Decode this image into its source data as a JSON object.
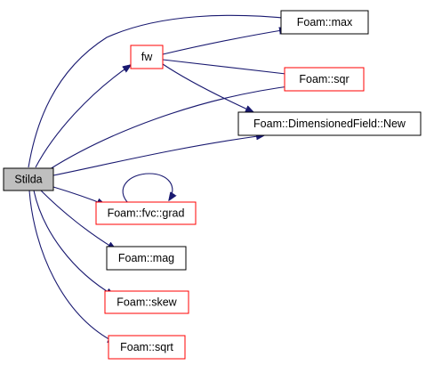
{
  "colors": {
    "edge": "#191970",
    "border_plain": "#000000",
    "border_linked": "#ff0000",
    "root_fill": "#bfbfbf",
    "node_fill": "#ffffff"
  },
  "nodes": {
    "stilda": {
      "label": "Stilda",
      "kind": "root"
    },
    "fw": {
      "label": "fw",
      "kind": "linked"
    },
    "max": {
      "label": "Foam::max",
      "kind": "plain"
    },
    "sqr": {
      "label": "Foam::sqr",
      "kind": "linked"
    },
    "dfnew": {
      "label": "Foam::DimensionedField::New",
      "kind": "plain"
    },
    "grad": {
      "label": "Foam::fvc::grad",
      "kind": "linked"
    },
    "mag": {
      "label": "Foam::mag",
      "kind": "plain"
    },
    "skew": {
      "label": "Foam::skew",
      "kind": "linked"
    },
    "sqrt": {
      "label": "Foam::sqrt",
      "kind": "linked"
    }
  },
  "edges": [
    {
      "from": "stilda",
      "to": "max"
    },
    {
      "from": "stilda",
      "to": "fw"
    },
    {
      "from": "stilda",
      "to": "sqr"
    },
    {
      "from": "stilda",
      "to": "dfnew"
    },
    {
      "from": "stilda",
      "to": "grad"
    },
    {
      "from": "stilda",
      "to": "mag"
    },
    {
      "from": "stilda",
      "to": "skew"
    },
    {
      "from": "stilda",
      "to": "sqrt"
    },
    {
      "from": "fw",
      "to": "max"
    },
    {
      "from": "fw",
      "to": "sqr"
    },
    {
      "from": "fw",
      "to": "dfnew"
    },
    {
      "from": "grad",
      "to": "grad"
    }
  ]
}
